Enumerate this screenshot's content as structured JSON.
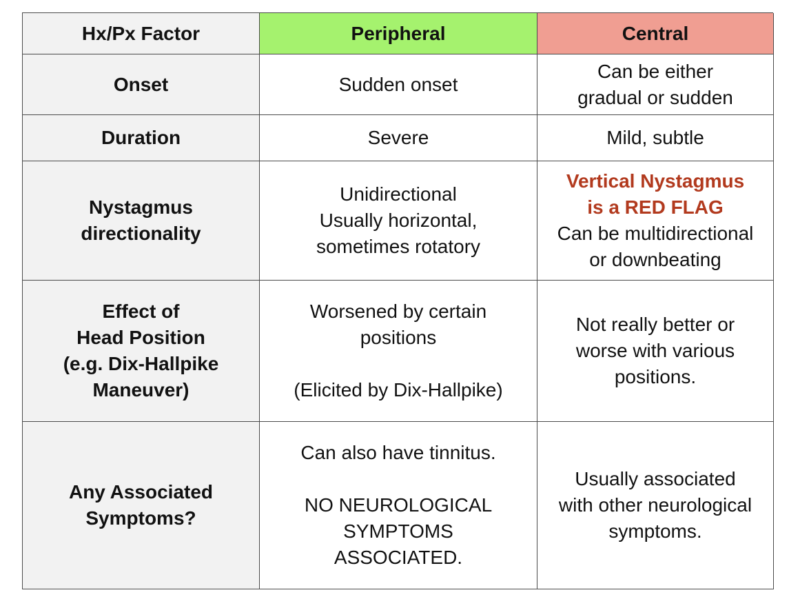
{
  "table": {
    "headers": {
      "factor": "Hx/Px Factor",
      "peripheral": "Peripheral",
      "central": "Central"
    },
    "colors": {
      "peripheral_header": "#a5f26e",
      "central_header": "#f09e92",
      "row_header": "#f2f2f2",
      "red_flag": "#b23a1e"
    },
    "rows": [
      {
        "factor": [
          "Onset"
        ],
        "peripheral": [
          "Sudden onset"
        ],
        "central": [
          "Can be either",
          "gradual or sudden"
        ]
      },
      {
        "factor": [
          "Duration"
        ],
        "peripheral": [
          "Severe"
        ],
        "central": [
          "Mild, subtle"
        ]
      },
      {
        "factor": [
          "Nystagmus",
          "directionality"
        ],
        "peripheral": [
          "Unidirectional",
          "Usually horizontal,",
          "sometimes rotatory"
        ],
        "central_flag": [
          "Vertical Nystagmus",
          "is a RED FLAG"
        ],
        "central": [
          "Can be multidirectional",
          "or downbeating"
        ]
      },
      {
        "factor": [
          "Effect of",
          "Head Position",
          "(e.g. Dix-Hallpike",
          "Maneuver)"
        ],
        "peripheral": [
          "Worsened by certain",
          "positions"
        ],
        "peripheral_note": "(Elicited by Dix-Hallpike)",
        "central": [
          "Not really better or",
          "worse with various",
          "positions."
        ]
      },
      {
        "factor": [
          "Any Associated",
          "Symptoms?"
        ],
        "peripheral": [
          "Can also have tinnitus."
        ],
        "peripheral_note": [
          "NO NEUROLOGICAL",
          "SYMPTOMS",
          "ASSOCIATED."
        ],
        "central": [
          "Usually associated",
          "with other neurological",
          "symptoms."
        ]
      }
    ]
  }
}
